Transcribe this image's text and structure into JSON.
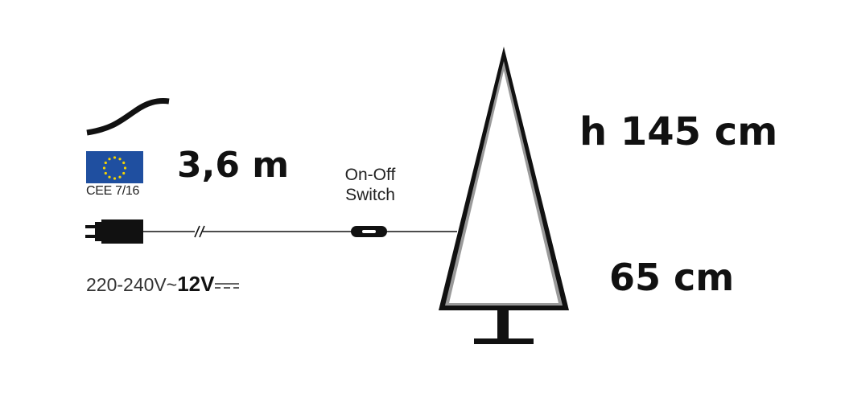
{
  "cable": {
    "length": "3,6 m",
    "plug_standard": "CEE 7/16"
  },
  "switch": {
    "label_line1": "On-Off",
    "label_line2": "Switch"
  },
  "power": {
    "input": "220-240V~",
    "output": "12V"
  },
  "tree": {
    "height": "h 145 cm",
    "width": "65 cm"
  },
  "icons": {
    "cable": "cable-icon",
    "eu_flag": "eu-flag-icon",
    "plug": "plug-icon",
    "switch": "switch-icon",
    "tree": "tree-icon",
    "dc_symbol": "dc-symbol-icon"
  },
  "colors": {
    "ink": "#111111",
    "eu_blue": "#1f4fa0",
    "eu_star": "#f5d400",
    "tree_inner": "#9a9a9a"
  }
}
